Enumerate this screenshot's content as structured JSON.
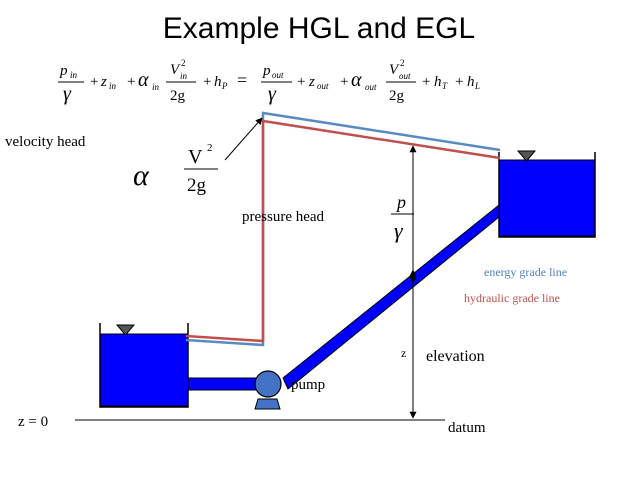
{
  "title": "Example HGL and EGL",
  "equation": {
    "p": "p",
    "V": "V",
    "z": "z",
    "h": "h",
    "g": "g",
    "two": "2",
    "two_g": "2g",
    "sq": "2",
    "in": "in",
    "out": "out",
    "P": "P",
    "T": "T",
    "L": "L",
    "plus": "+",
    "equals": "=",
    "alpha": "α",
    "gamma": "γ"
  },
  "labels": {
    "velocity_head": "velocity head",
    "velocity_head_V": "V",
    "velocity_head_sq": "2",
    "velocity_head_den": "2g",
    "alpha": "α",
    "pressure_head": "pressure head",
    "p_over_gamma_p": "p",
    "p_over_gamma_gamma": "γ",
    "energy_grade_line": "energy grade line",
    "hydraulic_grade_line": "hydraulic  grade line",
    "z": "z",
    "elevation": "elevation",
    "pump": "pump",
    "z_equals_0": "z = 0",
    "datum": "datum"
  },
  "colors": {
    "egl": "#5b8ac2",
    "hgl": "#c0504d",
    "water": "#0000ff",
    "label_egl": "#4f81bd",
    "label_hgl": "#c0504d"
  }
}
